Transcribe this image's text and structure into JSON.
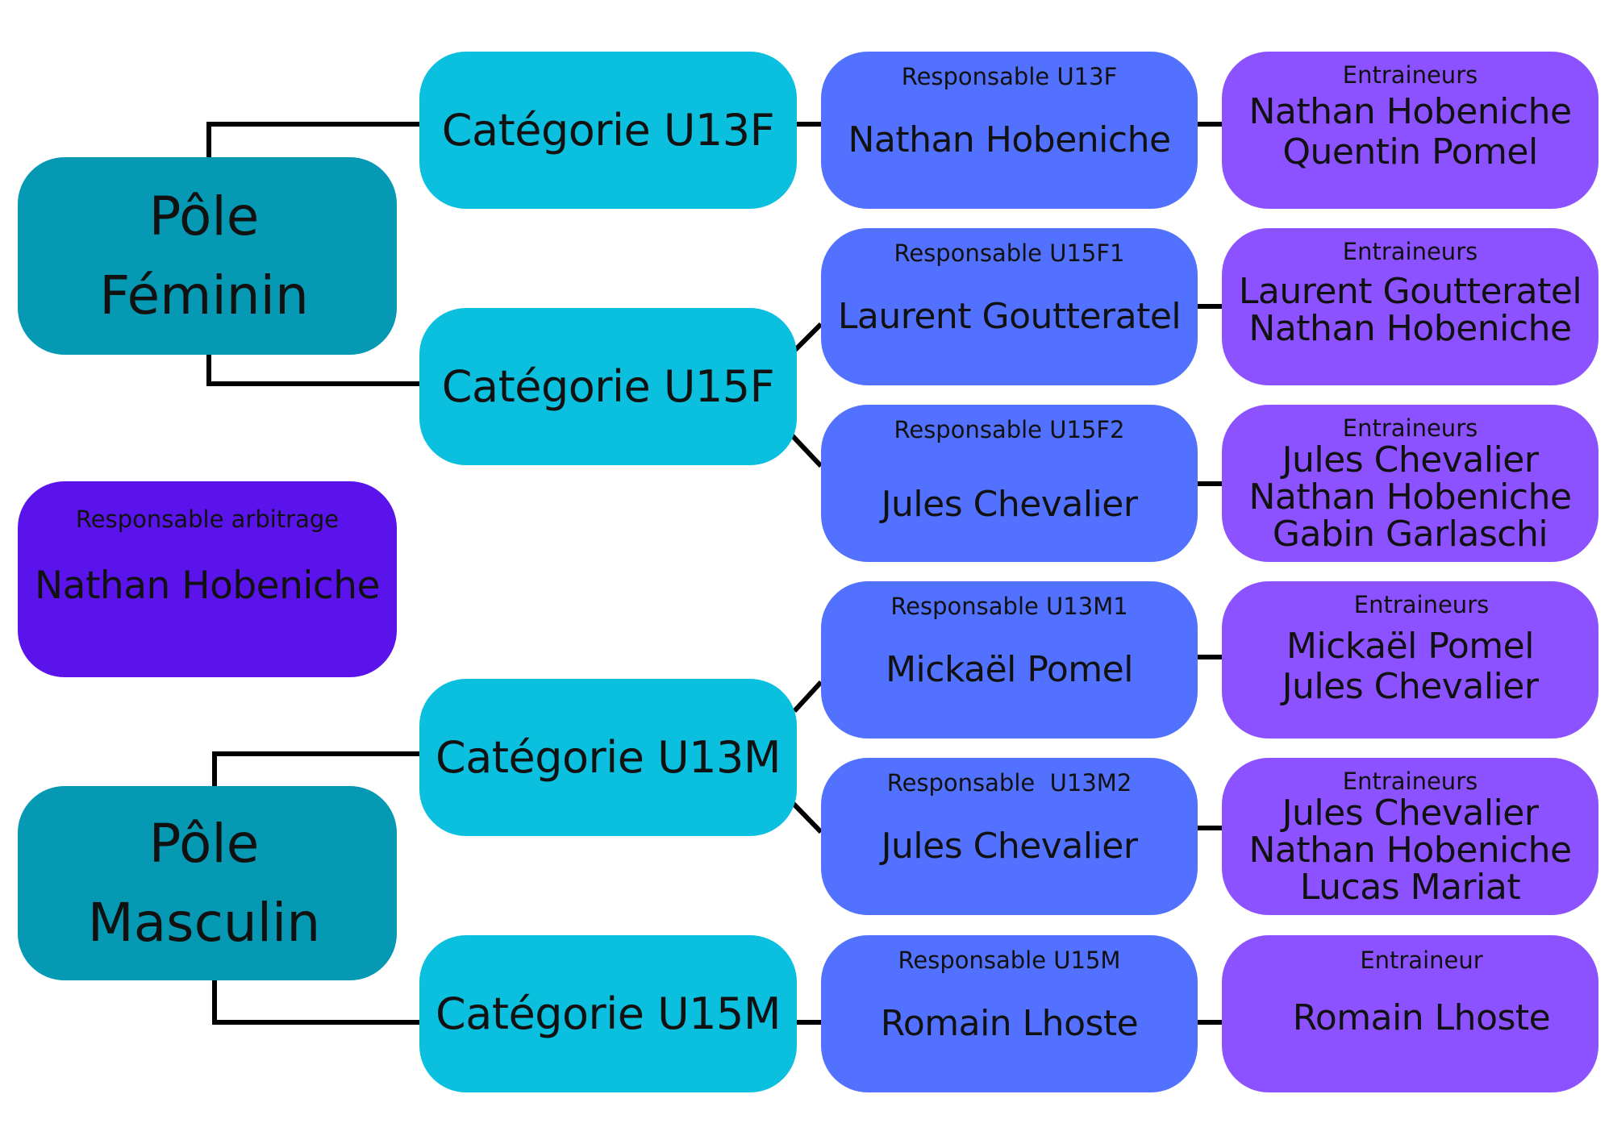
{
  "poles": {
    "feminin": "Pôle Féminin",
    "masculin": "Pôle Masculin"
  },
  "arbitrage": {
    "label": "Responsable arbitrage",
    "name": "Nathan Hobeniche"
  },
  "categories": {
    "u13f": "Catégorie U13F",
    "u15f": "Catégorie U15F",
    "u13m": "Catégorie U13M",
    "u15m": "Catégorie U15M"
  },
  "responsables": [
    {
      "label": "Responsable U13F",
      "name": "Nathan Hobeniche"
    },
    {
      "label": "Responsable U15F1",
      "name": "Laurent Goutteratel"
    },
    {
      "label": "Responsable U15F2",
      "name": "Jules Chevalier"
    },
    {
      "label": "Responsable U13M1",
      "name": "Mickaël Pomel"
    },
    {
      "label": "Responsable  U13M2",
      "name": "Jules Chevalier"
    },
    {
      "label": "Responsable U15M",
      "name": "Romain Lhoste"
    }
  ],
  "entraineurs": [
    {
      "label": "Entraineurs",
      "names": [
        "Nathan Hobeniche",
        "Quentin Pomel"
      ]
    },
    {
      "label": "Entraineurs",
      "names": [
        "Laurent Goutteratel",
        "Nathan Hobeniche"
      ]
    },
    {
      "label": "Entraineurs",
      "names": [
        "Jules Chevalier",
        "Nathan Hobeniche",
        "Gabin Garlaschi"
      ]
    },
    {
      "label": "Entraineurs",
      "names": [
        "Mickaël Pomel",
        "Jules Chevalier"
      ]
    },
    {
      "label": "Entraineurs",
      "names": [
        "Jules Chevalier",
        "Nathan Hobeniche",
        "Lucas Mariat"
      ]
    },
    {
      "label": "Entraineur",
      "names": [
        "Romain Lhoste"
      ]
    }
  ],
  "colors": {
    "pole": "#0599b3",
    "categorie": "#0bbfde",
    "responsable": "#5271ff",
    "entraineurs": "#8c52ff",
    "arbitrage": "#5a14eb",
    "connector": "#000000"
  }
}
